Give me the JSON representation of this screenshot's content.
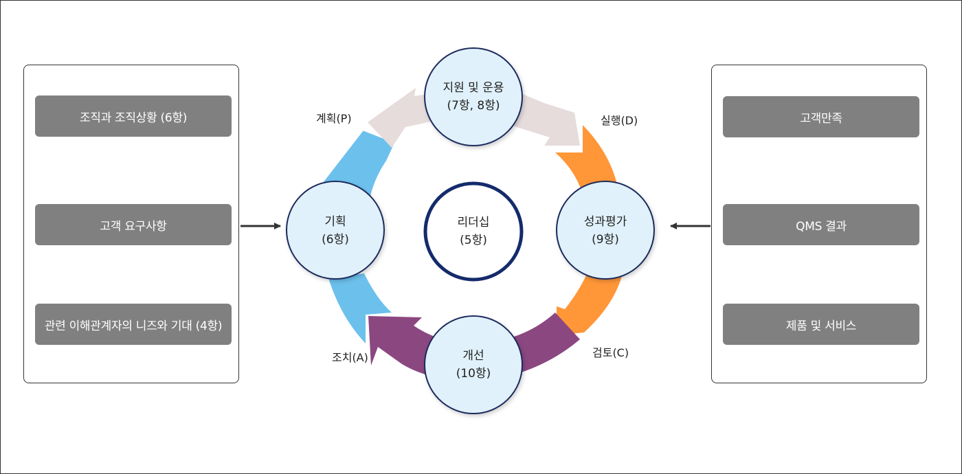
{
  "left_panel": {
    "items": [
      "조직과 조직상황 (6항)",
      "고객 요구사항",
      "관련 이해관계자의 니즈와 기대 (4항)"
    ]
  },
  "right_panel": {
    "items": [
      "고객만족",
      "QMS 결과",
      "제품 및 서비스"
    ]
  },
  "cycle": {
    "nodes": {
      "top": {
        "line1": "지원 및 운용",
        "line2": "(7항, 8항)"
      },
      "left": {
        "line1": "기획",
        "line2": "(6항)"
      },
      "right": {
        "line1": "성과평가",
        "line2": "(9항)"
      },
      "bottom": {
        "line1": "개선",
        "line2": "(10항)"
      },
      "center": {
        "line1": "리더십",
        "line2": "(5항)"
      }
    },
    "labels": {
      "plan": "계획(P)",
      "do": "실행(D)",
      "check": "검토(C)",
      "act": "조치(A)"
    }
  },
  "colors": {
    "plan_arrow": "#6cc0ec",
    "do_top_arrow": "#e5dcdb",
    "do_right_arrow": "#ff9638",
    "act_arrow": "#8b4780",
    "node_fill": "#e0f1fb",
    "node_border": "#1b2a5c",
    "center_border": "#142b6b",
    "pill": "#808080"
  }
}
